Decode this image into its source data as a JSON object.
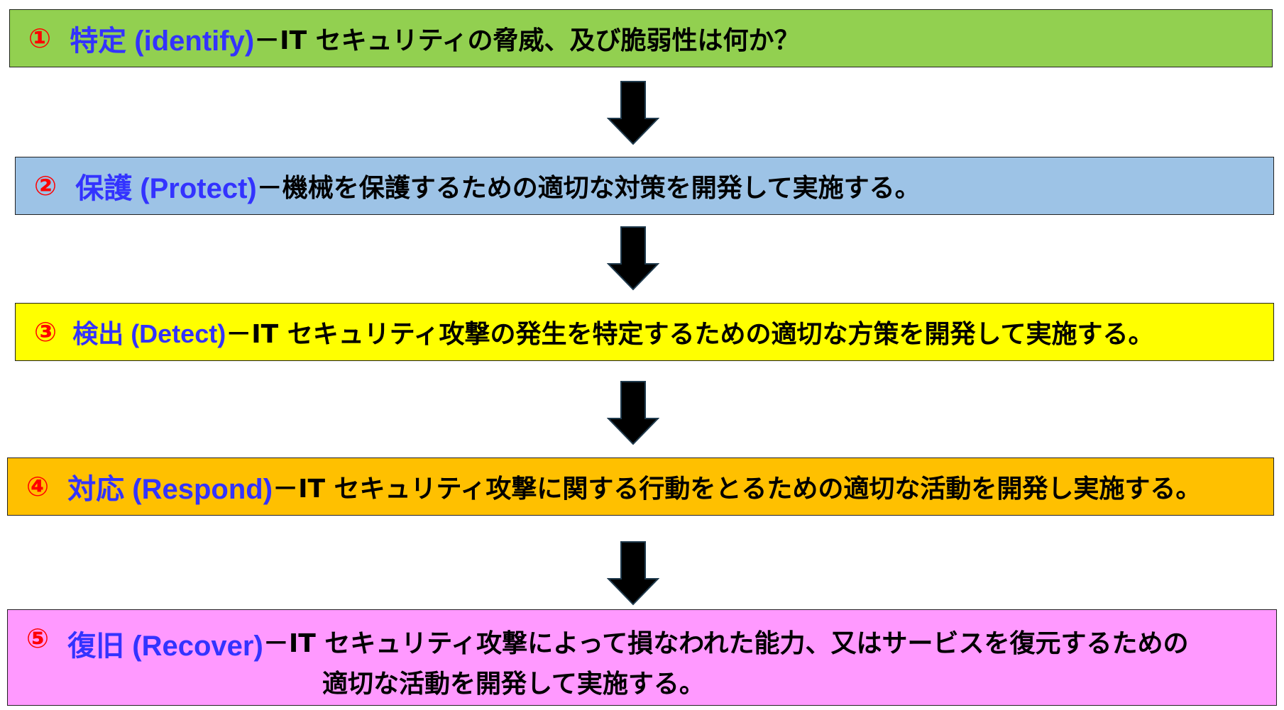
{
  "steps": [
    {
      "num": "①",
      "label": "特定 (identify)",
      "desc": "－IT セキュリティの脅威、及び脆弱性は何か？",
      "color": "#92d050"
    },
    {
      "num": "②",
      "label": "保護 (Protect)",
      "desc": "－機械を保護するための適切な対策を開発して実施する。",
      "color": "#9dc3e6"
    },
    {
      "num": "③",
      "label": "検出 (Detect)",
      "desc": "－IT セキュリティ攻撃の発生を特定するための適切な方策を開発して実施する。",
      "color": "#ffff00"
    },
    {
      "num": "④",
      "label": "対応 (Respond)",
      "desc": "－IT セキュリティ攻撃に関する行動をとるための適切な活動を開発し実施する。",
      "color": "#ffc000"
    },
    {
      "num": "⑤",
      "label": "復旧 (Recover)",
      "desc": "－IT セキュリティ攻撃によって損なわれた能力、又はサービスを復元するための",
      "desc2": "適切な活動を開発して実施する。",
      "color": "#ff99ff"
    }
  ],
  "colors": {
    "number": "#ff0000",
    "label": "#3333ff",
    "text": "#000000",
    "arrow": "#000000"
  },
  "arrow_icon": "down-arrow-icon"
}
